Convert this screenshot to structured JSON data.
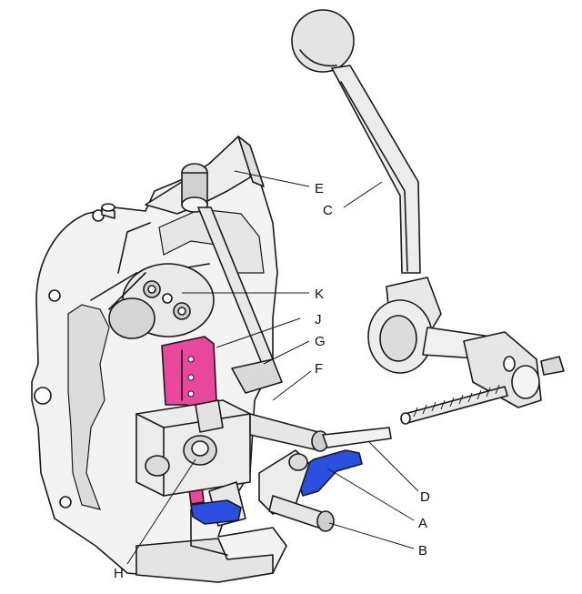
{
  "labels": {
    "E": "E",
    "C": "C",
    "K": "K",
    "J": "J",
    "G": "G",
    "F": "F",
    "D": "D",
    "A": "A",
    "B": "B",
    "H": "H"
  },
  "colors": {
    "line": "#1a1a1a",
    "housing": "#f4f4f4",
    "shade": "#d9d9d9",
    "highlight_pink": "#e8479c",
    "highlight_blue": "#2b4fe0"
  }
}
